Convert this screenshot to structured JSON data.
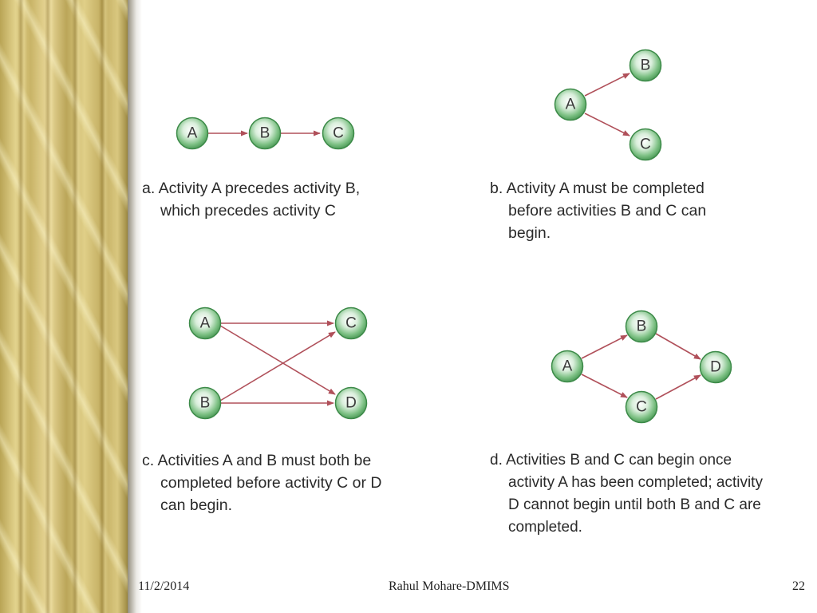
{
  "panels": {
    "a": {
      "nodes": [
        "A",
        "B",
        "C"
      ],
      "caption": [
        "a. Activity A precedes activity B,",
        "which precedes activity C"
      ]
    },
    "b": {
      "nodes": [
        "A",
        "B",
        "C"
      ],
      "caption": [
        "b. Activity A must be completed",
        "before activities B and C can",
        "begin."
      ]
    },
    "c": {
      "nodes": [
        "A",
        "B",
        "C",
        "D"
      ],
      "caption": [
        "c. Activities A and B must both be",
        "completed before activity C or D",
        "can begin."
      ]
    },
    "d": {
      "nodes": [
        "A",
        "B",
        "C",
        "D"
      ],
      "caption": [
        "d. Activities B and C can begin once",
        "activity A has been completed; activity",
        "D cannot begin until both B and C are",
        "completed."
      ]
    }
  },
  "footer": {
    "date": "11/2/2014",
    "author": "Rahul Mohare-DMIMS",
    "page": "22"
  },
  "colors": {
    "node_fill": "#5fae6a",
    "arrow": "#b0505a",
    "sidebar": "#d4c27a"
  }
}
